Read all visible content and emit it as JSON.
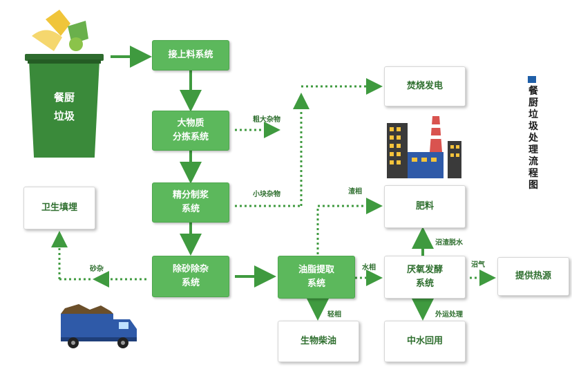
{
  "title": "餐厨垃圾处理流程图",
  "source": {
    "line1": "餐厨",
    "line2": "垃圾"
  },
  "nodes": {
    "feed": "接上料系统",
    "sorting_l1": "大物质",
    "sorting_l2": "分拣系统",
    "pulping_l1": "精分制浆",
    "pulping_l2": "系统",
    "desand_l1": "除砂除杂",
    "desand_l2": "系统",
    "oil_l1": "油脂提取",
    "oil_l2": "系统",
    "anaerobic_l1": "厌氧发酵",
    "anaerobic_l2": "系统",
    "incineration": "焚烧发电",
    "fertilizer": "肥料",
    "landfill": "卫生填埋",
    "biodiesel": "生物柴油",
    "reclaimed_water": "中水回用",
    "heat": "提供热源"
  },
  "edge_labels": {
    "coarse": "粗大杂物",
    "small": "小块杂物",
    "sand": "砂杂",
    "residue": "渣相",
    "water": "水相",
    "light": "轻相",
    "digestate": "沼渣脱水",
    "biogas": "沼气",
    "external": "外运处理"
  },
  "colors": {
    "green": "#5cb85c",
    "arrow": "#3f9a3f",
    "dots": "#3f9a3f",
    "text_green": "#2f6f2f",
    "accent_blue": "#1f5fa8"
  }
}
